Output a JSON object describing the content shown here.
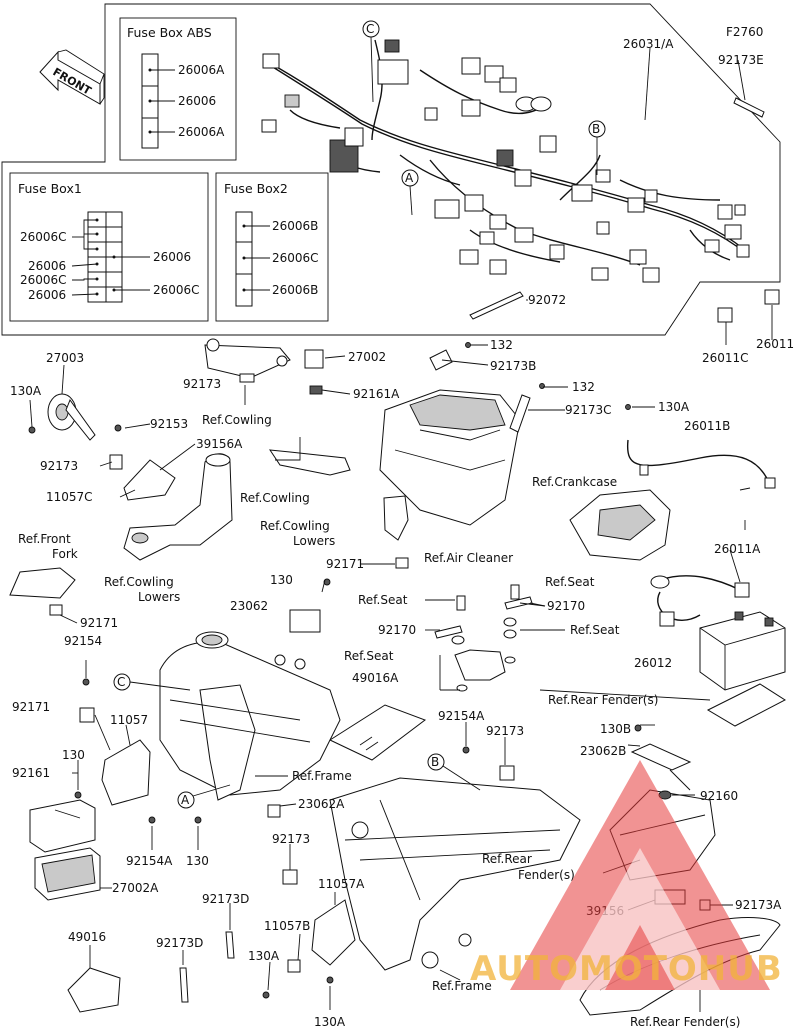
{
  "diagram_code": "F2760",
  "front_label": "FRONT",
  "fuse_box_abs": {
    "title": "Fuse Box ABS",
    "parts": [
      "26006A",
      "26006",
      "26006A"
    ]
  },
  "fuse_box_1": {
    "title": "Fuse Box1",
    "left_parts": [
      "26006C",
      "26006",
      "26006C",
      "26006"
    ],
    "right_parts": [
      "26006",
      "26006C"
    ]
  },
  "fuse_box_2": {
    "title": "Fuse Box2",
    "parts": [
      "26006B",
      "26006C",
      "26006B"
    ]
  },
  "callouts": {
    "a": "A",
    "b": "B",
    "c": "C"
  },
  "part_labels": {
    "p26031a": "26031/A",
    "p92173e": "92173E",
    "p92072": "92072",
    "p26011": "26011",
    "p26011c": "26011C",
    "p27003": "27003",
    "p130a_1": "130A",
    "p92173_1": "92173",
    "p27002": "27002",
    "p92161a": "92161A",
    "p132_1": "132",
    "p92173b": "92173B",
    "p132_2": "132",
    "p92173c": "92173C",
    "p130a_2": "130A",
    "p26011b": "26011B",
    "p92153": "92153",
    "p39156a": "39156A",
    "p92173_2": "92173",
    "p11057c": "11057C",
    "p92171_1": "92171",
    "p92171_2": "92171",
    "p130_1": "130",
    "p23062": "23062",
    "p92170_1": "92170",
    "p92170_2": "92170",
    "p26011a": "26011A",
    "p26012": "26012",
    "p92154": "92154",
    "p49016a": "49016A",
    "p92171_3": "92171",
    "p11057": "11057",
    "p92154a_1": "92154A",
    "p92173_3": "92173",
    "p130_2": "130",
    "p130b": "130B",
    "p23062b": "23062B",
    "p92161": "92161",
    "p92160": "92160",
    "p23062a": "23062A",
    "p92154a_2": "92154A",
    "p130_3": "130",
    "p92173_4": "92173",
    "p27002a": "27002A",
    "p11057a": "11057A",
    "p39156": "39156",
    "p92173a": "92173A",
    "p92173d_1": "92173D",
    "p92173d_2": "92173D",
    "p49016": "49016",
    "p11057b": "11057B",
    "p130a_3": "130A",
    "p130a_4": "130A"
  },
  "references": {
    "cowling_1": "Ref.Cowling",
    "cowling_2": "Ref.Cowling",
    "cowling_lowers_1": "Ref.Cowling",
    "cowling_lowers_1b": "Lowers",
    "air_cleaner": "Ref.Air Cleaner",
    "crankcase": "Ref.Crankcase",
    "front_fork_1": "Ref.Front",
    "front_fork_1b": "Fork",
    "cowling_lowers_2": "Ref.Cowling",
    "cowling_lowers_2b": "Lowers",
    "seat_1": "Ref.Seat",
    "seat_2": "Ref.Seat",
    "seat_3": "Ref.Seat",
    "seat_4": "Ref.Seat",
    "rear_fender_1": "Ref.Rear Fender(s)",
    "frame_1": "Ref.Frame",
    "rear_fender_2a": "Ref.Rear",
    "rear_fender_2b": "Fender(s)",
    "frame_2": "Ref.Frame",
    "rear_fender_3": "Ref.Rear Fender(s)"
  },
  "watermark": {
    "text": "AUTOMOTOHUB"
  }
}
